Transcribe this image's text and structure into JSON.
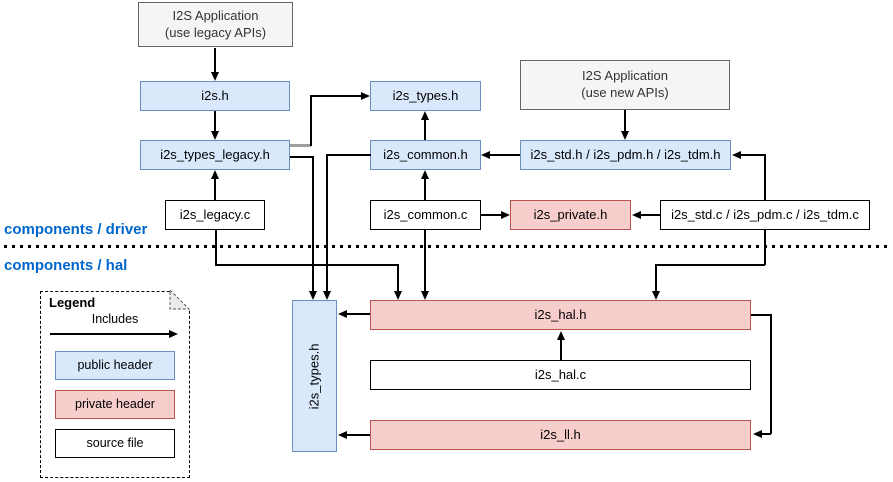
{
  "diagram": {
    "app_legacy": {
      "line1": "I2S Application",
      "line2": "(use legacy APIs)"
    },
    "app_new": {
      "line1": "I2S Application",
      "line2": "(use new APIs)"
    },
    "nodes": {
      "i2s_h": "i2s.h",
      "i2s_types_legacy_h": "i2s_types_legacy.h",
      "i2s_legacy_c": "i2s_legacy.c",
      "i2s_types_h_driver": "i2s_types.h",
      "i2s_common_h": "i2s_common.h",
      "i2s_common_c": "i2s_common.c",
      "i2s_private_h": "i2s_private.h",
      "i2s_std_headers": "i2s_std.h / i2s_pdm.h / i2s_tdm.h",
      "i2s_std_sources": "i2s_std.c / i2s_pdm.c / i2s_tdm.c",
      "i2s_types_h_hal": "i2s_types.h",
      "i2s_hal_h": "i2s_hal.h",
      "i2s_hal_c": "i2s_hal.c",
      "i2s_ll_h": "i2s_ll.h"
    },
    "layers": {
      "driver": "components / driver",
      "hal": "components / hal"
    },
    "legend": {
      "title": "Legend",
      "arrow_label": "Includes",
      "public_header": "public header",
      "private_header": "private header",
      "source_file": "source file"
    },
    "colors": {
      "public_header_fill": "#dae8fc",
      "public_header_stroke": "#6c8ebf",
      "private_header_fill": "#f8cecc",
      "private_header_stroke": "#b85450",
      "source_file_fill": "#ffffff",
      "source_file_stroke": "#000000",
      "app_box_fill": "#f5f5f5",
      "app_box_stroke": "#666666",
      "layer_label_color": "#0066cc",
      "connector_color": "#000000"
    }
  }
}
